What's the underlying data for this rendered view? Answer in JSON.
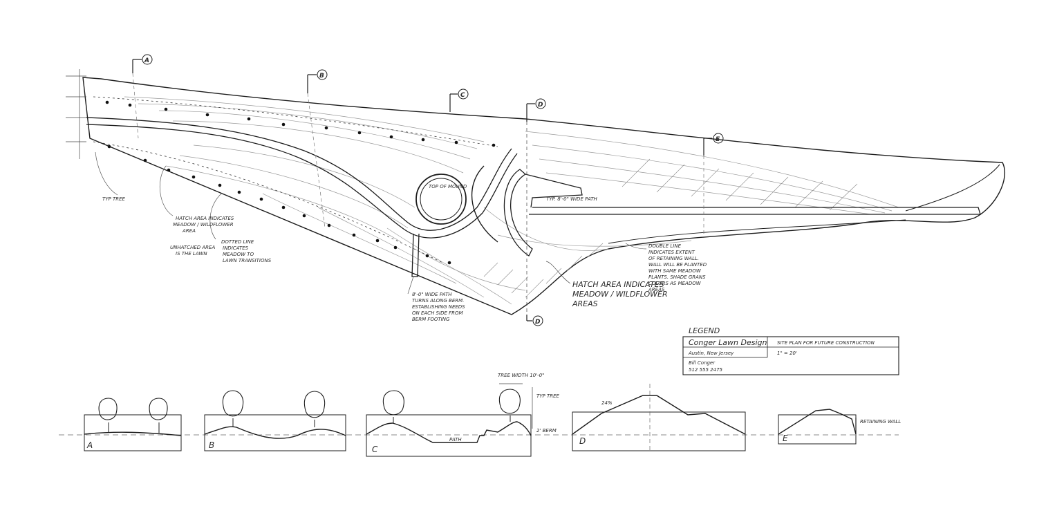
{
  "section_markers": [
    "A",
    "B",
    "C",
    "D",
    "E"
  ],
  "annotations": {
    "typ_tree": "TYP TREE",
    "hatch_area_left": "HATCH AREA INDICATES MEADOW / WILDFLOWER AREA",
    "unhatched_area": "UNHATCHED AREA IS THE LAWN",
    "dotted_line": "DOTTED LINE INDICATES MEADOW TO LAWN TRANSITIONS",
    "berm_note": "8'-0\" WIDE PATH TURNS ALONG BERM. ESTABLISHING NEEDS ON EACH SIDE FROM BERM FOOTING",
    "hatch_area_bottom": "HATCH AREA INDICATES MEADOW / WILDFLOWER AREAS",
    "double_line": "DOUBLE LINE INDICATES EXTENT OF RETAINING WALL. WALL WILL BE PLANTED WITH SAME MEADOW PLANTS. SHADE GRANS COLORS AS MEADOW AREAS",
    "center": "TOP OF MOUND",
    "path_label": "TYP. 8'-0\" WIDE PATH"
  },
  "title_block": {
    "header": "LEGEND",
    "project": "Conger Lawn Design",
    "sheet": "SITE PLAN FOR FUTURE CONSTRUCTION",
    "location": "Austin, New Jersey",
    "scale": "1\" = 20'",
    "designer": "Bill Conger",
    "phone": "512 555 2475"
  },
  "section_labels": [
    "A",
    "B",
    "C",
    "D",
    "E"
  ],
  "section_notes": {
    "c_tree": "TREE WIDTH 10'-0\"",
    "c_typ": "TYP TREE",
    "c_berm": "2' BERM",
    "c_path": "PATH",
    "d_slope": "24%",
    "e_note": "RETAINING WALL"
  },
  "colors": {
    "ink": "#1c1c1c",
    "paper": "#ffffff"
  }
}
